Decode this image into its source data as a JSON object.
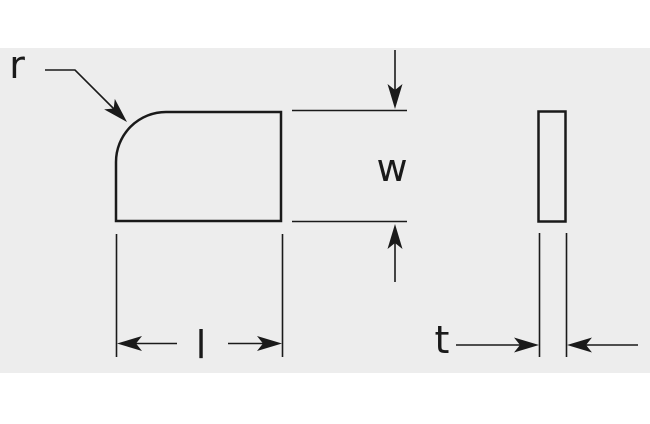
{
  "diagram": {
    "labels": {
      "radius": "r",
      "width": "w",
      "length": "l",
      "thickness": "t"
    },
    "colors": {
      "canvas": "#ffffff",
      "panel": "#ededed",
      "line": "#1a1a1a"
    }
  }
}
